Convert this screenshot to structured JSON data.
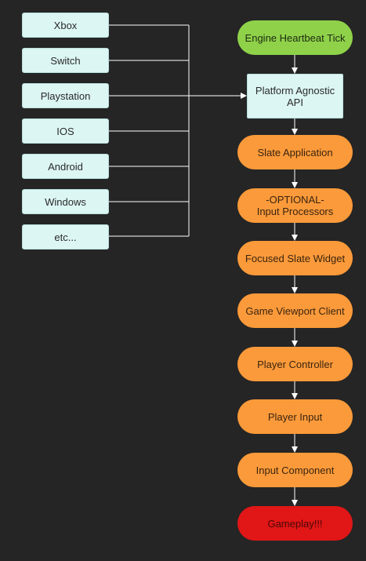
{
  "diagram": {
    "platforms": [
      "Xbox",
      "Switch",
      "Playstation",
      "IOS",
      "Android",
      "Windows",
      "etc..."
    ],
    "api": "Platform Agnostic\nAPI",
    "flow": [
      {
        "label": "Engine Heartbeat Tick",
        "color": "#8fd24a"
      },
      {
        "label": "Slate Application",
        "color": "#fb9a3a"
      },
      {
        "label": "-OPTIONAL-\nInput Processors",
        "color": "#fb9a3a"
      },
      {
        "label": "Focused Slate Widget",
        "color": "#fb9a3a"
      },
      {
        "label": "Game Viewport Client",
        "color": "#fb9a3a"
      },
      {
        "label": "Player Controller",
        "color": "#fb9a3a"
      },
      {
        "label": "Player Input",
        "color": "#fb9a3a"
      },
      {
        "label": "Input Component",
        "color": "#fb9a3a"
      },
      {
        "label": "Gameplay!!!",
        "color": "#e11616"
      }
    ]
  }
}
